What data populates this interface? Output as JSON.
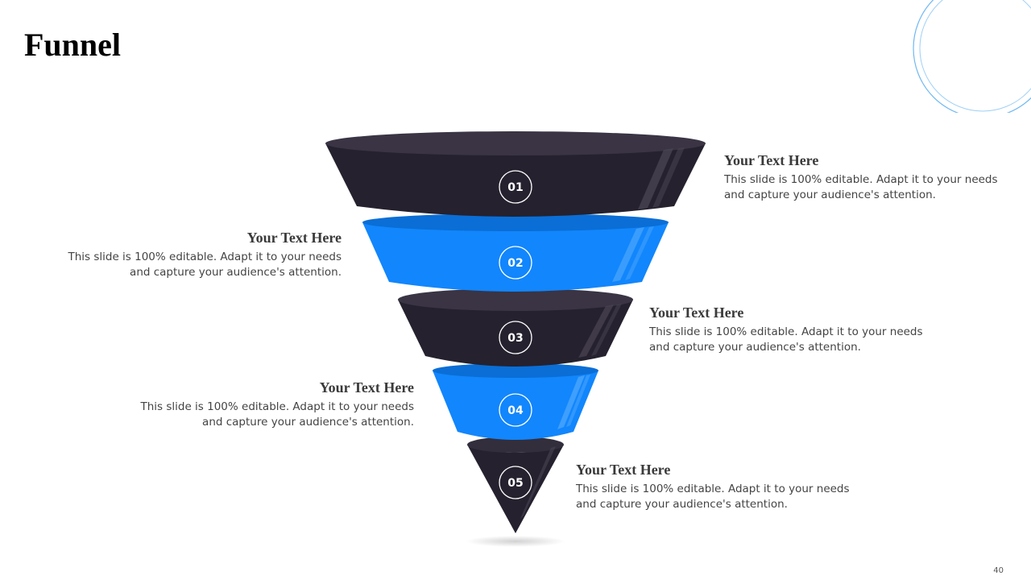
{
  "title": "Funnel",
  "colors": {
    "dark_stage": "#25212e",
    "blue_stage": "#1286fc",
    "accent_ring": "#6fb8f2"
  },
  "stages": [
    {
      "number": "01",
      "heading": "Your Text Here",
      "body": "This slide is 100% editable. Adapt it to your needs and capture your audience's attention."
    },
    {
      "number": "02",
      "heading": "Your Text Here",
      "body": "This slide is 100% editable. Adapt it to your needs and capture your audience's attention."
    },
    {
      "number": "03",
      "heading": "Your Text Here",
      "body": "This slide is 100% editable. Adapt it to your needs and capture your audience's attention."
    },
    {
      "number": "04",
      "heading": "Your Text Here",
      "body": "This slide is 100% editable. Adapt it to your needs and capture your audience's attention."
    },
    {
      "number": "05",
      "heading": "Your Text Here",
      "body": "This slide is 100% editable. Adapt it to your needs and capture your audience's attention."
    }
  ],
  "page_number": "40"
}
